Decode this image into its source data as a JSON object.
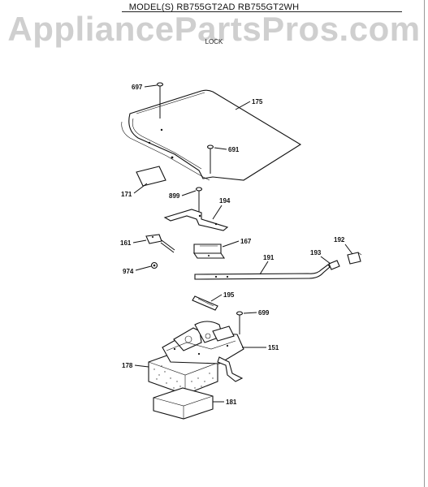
{
  "header": {
    "models": "MODEL(S) RB755GT2AD RB755GT2WH",
    "watermark": "AppliancePartsPros.com",
    "section": "LOCK"
  },
  "labels": {
    "p697": "697",
    "p175": "175",
    "p691": "691",
    "p171": "171",
    "p899": "899",
    "p194": "194",
    "p161": "161",
    "p167": "167",
    "p192": "192",
    "p193": "193",
    "p191": "191",
    "p974": "974",
    "p195": "195",
    "p699": "699",
    "p151": "151",
    "p178": "178",
    "p181": "181"
  }
}
